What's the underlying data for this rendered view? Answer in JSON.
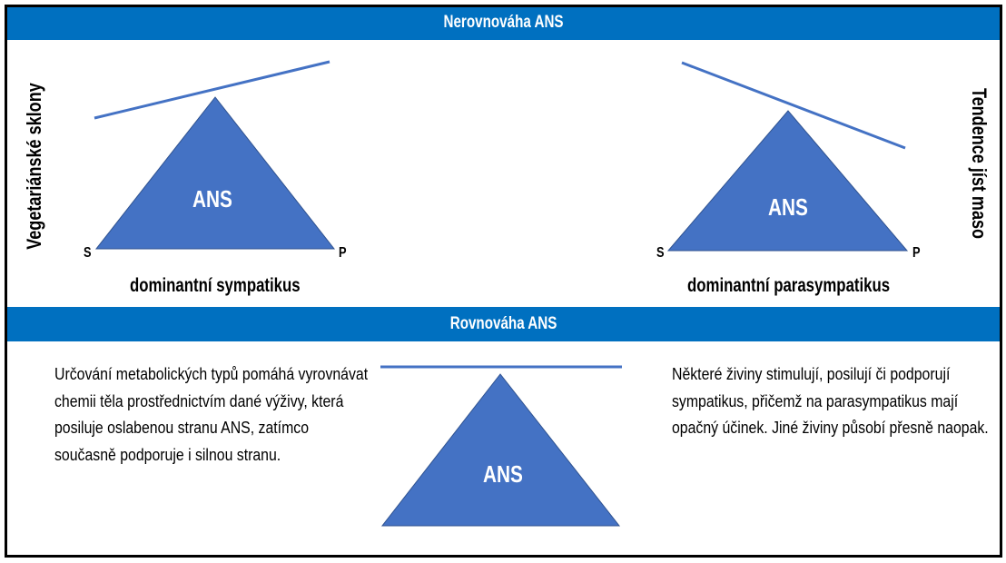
{
  "header_top": "Nerovnováha ANS",
  "header_bottom": "Rovnováha ANS",
  "left_side_label": "Vegetariánské sklony",
  "right_side_label": "Tendence jíst maso",
  "left_diagram": {
    "center": "ANS",
    "corner_left": "S",
    "corner_right": "P",
    "caption": "dominantní sympatikus"
  },
  "right_diagram": {
    "center": "ANS",
    "corner_left": "S",
    "corner_right": "P",
    "caption": "dominantní parasympatikus"
  },
  "bottom_diagram": {
    "center": "ANS"
  },
  "left_text": "Určování metabolických typů pomáhá vyrovnávat chemii těla prostřednictvím dané výživy, která posiluje oslabenou stranu ANS, zatímco současně podporuje i silnou stranu.",
  "right_text": "Některé živiny stimulují, posilují či podporují sympatikus, přičemž na parasympatikus mají opačný účinek. Jiné živiny působí přesně naopak.",
  "colors": {
    "header": "#0070c0",
    "triangle": "#4472c4"
  }
}
